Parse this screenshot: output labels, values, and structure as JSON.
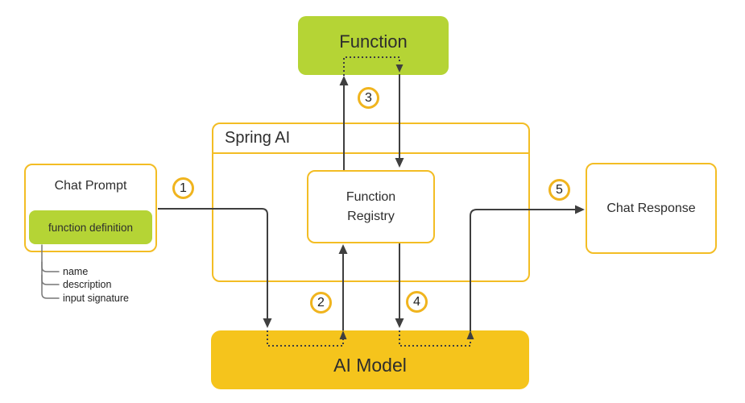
{
  "nodes": {
    "function": {
      "label": "Function"
    },
    "spring_ai": {
      "label": "Spring AI"
    },
    "function_registry": {
      "label": "Function Registry"
    },
    "chat_prompt": {
      "label": "Chat Prompt",
      "function_definition": "function definition"
    },
    "chat_response": {
      "label": "Chat Response"
    },
    "ai_model": {
      "label": "AI Model"
    }
  },
  "function_definition_fields": [
    "name",
    "description",
    "input signature"
  ],
  "steps": [
    "1",
    "2",
    "3",
    "4",
    "5"
  ],
  "colors": {
    "green": "#b5d435",
    "gold_border": "#f3bd24",
    "circle_gold": "#f0b41e",
    "amber_fill": "#f5c41c",
    "line": "#3f3f3f",
    "text": "#2d2d2d",
    "bracket": "#777777"
  }
}
